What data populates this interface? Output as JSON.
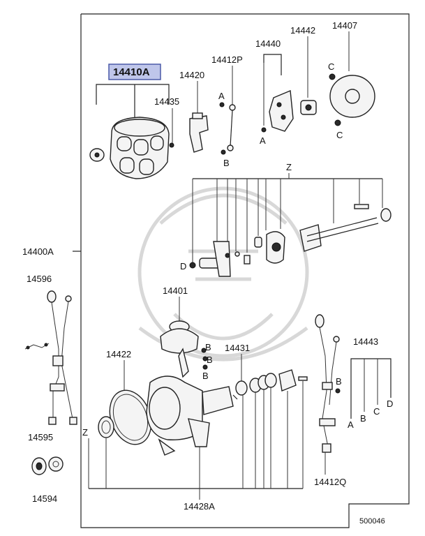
{
  "labels": {
    "cap": "14410A",
    "clip": "14435",
    "rotor": "14420",
    "rod": "14412P",
    "plate": "14440",
    "pickup": "14442",
    "disc": "14407",
    "assembly": "14400A",
    "vacuum": "14401",
    "harness_left": "14596",
    "oring": "14422",
    "washer": "14431",
    "set": "14443",
    "grommet": "14595",
    "seal": "14594",
    "harness_right": "14412Q",
    "housing": "14428A",
    "code": "500046"
  },
  "letters": {
    "a": "A",
    "b": "B",
    "c": "C",
    "d": "D",
    "z": "Z"
  },
  "colors": {
    "highlight": "#bfc6ea",
    "highlight_border": "#4b5aa8",
    "line": "#222222"
  }
}
